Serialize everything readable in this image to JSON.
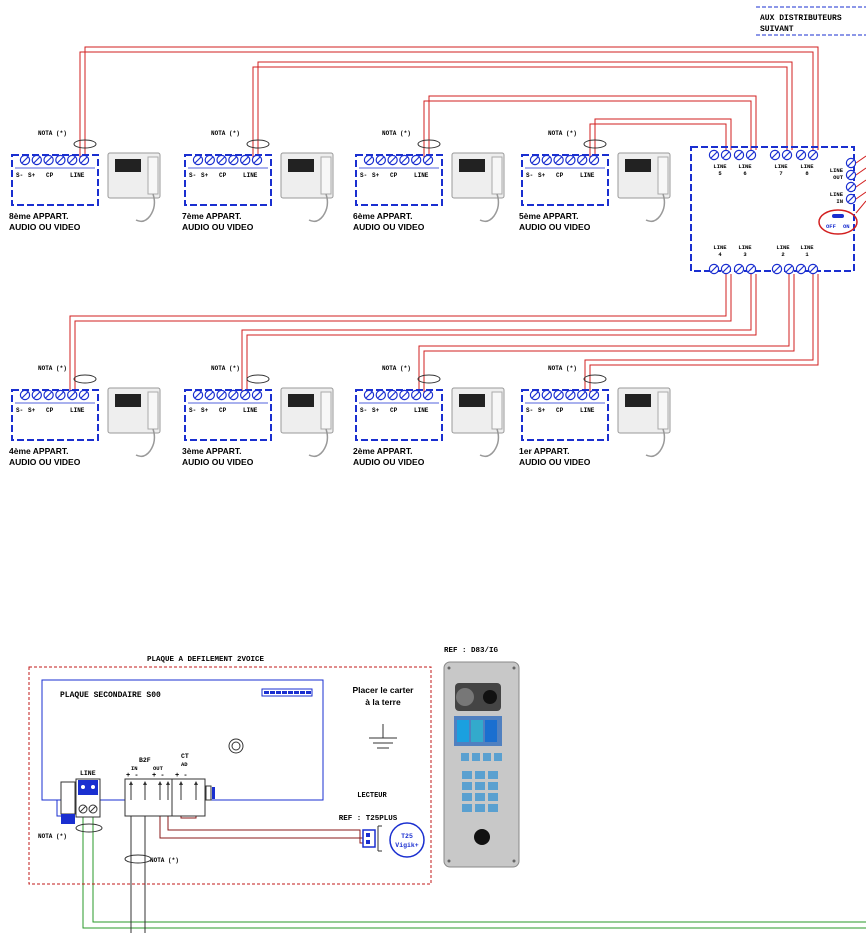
{
  "header": {
    "line1": "AUX DISTRIBUTEURS",
    "line2": "SUIVANT"
  },
  "nota": "NOTA (*)",
  "terminal_labels": [
    "S-",
    "S+",
    "CP",
    "LINE"
  ],
  "apartments": [
    {
      "line1": "8ème APPART.",
      "line2": "AUDIO OU VIDEO"
    },
    {
      "line1": "7ème APPART.",
      "line2": "AUDIO OU VIDEO"
    },
    {
      "line1": "6ème APPART.",
      "line2": "AUDIO OU VIDEO"
    },
    {
      "line1": "5ème APPART.",
      "line2": "AUDIO OU VIDEO"
    },
    {
      "line1": "4ème APPART.",
      "line2": "AUDIO OU VIDEO"
    },
    {
      "line1": "3ème APPART.",
      "line2": "AUDIO OU VIDEO"
    },
    {
      "line1": "2ème APPART.",
      "line2": "AUDIO OU VIDEO"
    },
    {
      "line1": "1er APPART.",
      "line2": "AUDIO OU VIDEO"
    }
  ],
  "distributor": {
    "top_lines": [
      [
        "LINE",
        "5"
      ],
      [
        "LINE",
        "6"
      ],
      [
        "LINE",
        "7"
      ],
      [
        "LINE",
        "8"
      ]
    ],
    "bottom_lines": [
      [
        "LINE",
        "4"
      ],
      [
        "LINE",
        "3"
      ],
      [
        "LINE",
        "2"
      ],
      [
        "LINE",
        "1"
      ]
    ],
    "line_out": [
      "LINE",
      "OUT"
    ],
    "line_in": [
      "LINE",
      "IN"
    ],
    "switch": {
      "off": "OFF",
      "on": "ON"
    }
  },
  "panel": {
    "title": "PLAQUE A DEFILEMENT 2VOICE",
    "secondary": "PLAQUE SECONDAIRE S00",
    "ground_note_1": "Placer le carter",
    "ground_note_2": "à la terre",
    "line": "LINE",
    "b2f": "B2F",
    "in": "IN",
    "out": "OUT",
    "ct": "CT",
    "ad": "AD",
    "pm": "+ -",
    "reader_title": "LECTEUR",
    "reader_ref": "REF : T25PLUS",
    "badge_1": "T25",
    "badge_2": "Vigik+",
    "plate_ref": "REF : D83/IG"
  },
  "colors": {
    "wire_red": "#d21f1f",
    "wire_green": "#2a9a2a",
    "frame_blue": "#1a2fd0",
    "dash_red": "#c01818"
  }
}
